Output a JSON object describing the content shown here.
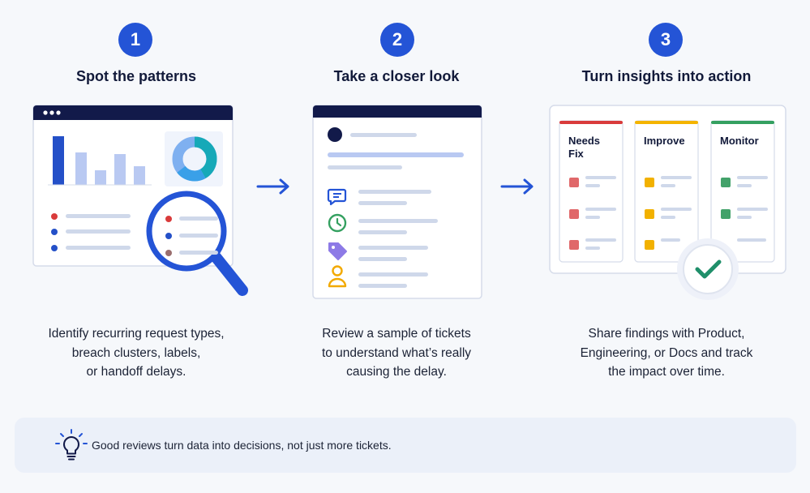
{
  "steps": [
    {
      "number": "1",
      "title": "Spot the patterns",
      "desc_lines": [
        "Identify recurring request types,",
        "breach clusters, labels,",
        "or handoff delays."
      ]
    },
    {
      "number": "2",
      "title": "Take a closer look",
      "desc_lines": [
        "Review a sample of tickets",
        "to understand what’s really",
        "causing the delay."
      ]
    },
    {
      "number": "3",
      "title": "Turn insights into action",
      "desc_lines": [
        "Share findings with Product,",
        "Engineering, or Docs and track",
        "the impact over time."
      ]
    }
  ],
  "board": {
    "columns": [
      {
        "label_lines": [
          "Needs",
          "Fix"
        ],
        "color": "#d93b3b",
        "item_color": "#e0686a"
      },
      {
        "label_lines": [
          "Improve"
        ],
        "color": "#f4b400",
        "item_color": "#f2b100"
      },
      {
        "label_lines": [
          "Monitor"
        ],
        "color": "#34a060",
        "item_color": "#43a26a"
      }
    ]
  },
  "icons": {
    "step1": [
      "window-dots-icon",
      "bar-chart-icon",
      "donut-chart-icon",
      "magnifier-icon"
    ],
    "step2": [
      "avatar-dot-icon",
      "chat-bubble-icon",
      "clock-icon",
      "tag-icon",
      "person-icon"
    ],
    "step3": [
      "checkmark-icon"
    ],
    "arrows": [
      "arrow-right-icon"
    ],
    "footer": "lightbulb-icon"
  },
  "colors": {
    "accent": "#2454d6",
    "navy": "#121a4a",
    "bar": "#2450c8",
    "bar_light": "#b9c9f2"
  },
  "footer": {
    "text": "Good reviews turn data into decisions, not just more tickets."
  }
}
